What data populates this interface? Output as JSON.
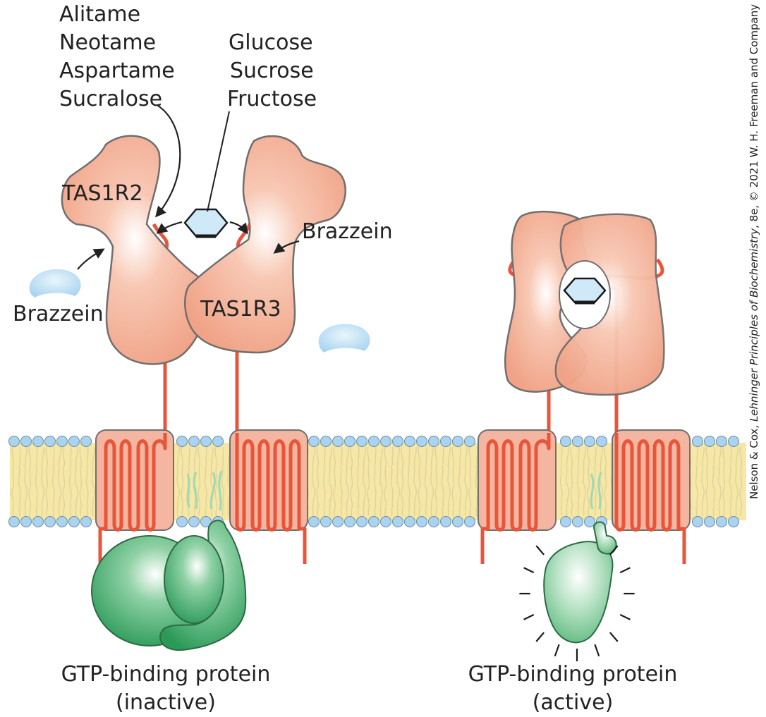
{
  "colors": {
    "receptor_fill": "#f2a98d",
    "receptor_stroke": "#6f6f6f",
    "loop_red": "#e8553a",
    "gprotein": "#3fae6a",
    "brazzein": "#bfe0f5",
    "membrane": "#f6e7a6",
    "headgroup": "#a9d3ee"
  },
  "labels": {
    "sweeteners": [
      "Alitame",
      "Neotame",
      "Aspartame",
      "Sucralose"
    ],
    "sugars": [
      "Glucose",
      "Sucrose",
      "Fructose"
    ],
    "tas1r2": "TAS1R2",
    "tas1r3": "TAS1R3",
    "brazzein_left": "Brazzein",
    "brazzein_right": "Brazzein",
    "gprotein_inactive_line1": "GTP-binding protein",
    "gprotein_inactive_line2": "(inactive)",
    "gprotein_active_line1": "GTP-binding protein",
    "gprotein_active_line2": "(active)"
  },
  "credit": {
    "prefix": "Nelson & Cox, ",
    "title": "Lehninger Principles of Biochemistry",
    "suffix": ", 8e, © 2021 W. H. Freeman and Company"
  }
}
